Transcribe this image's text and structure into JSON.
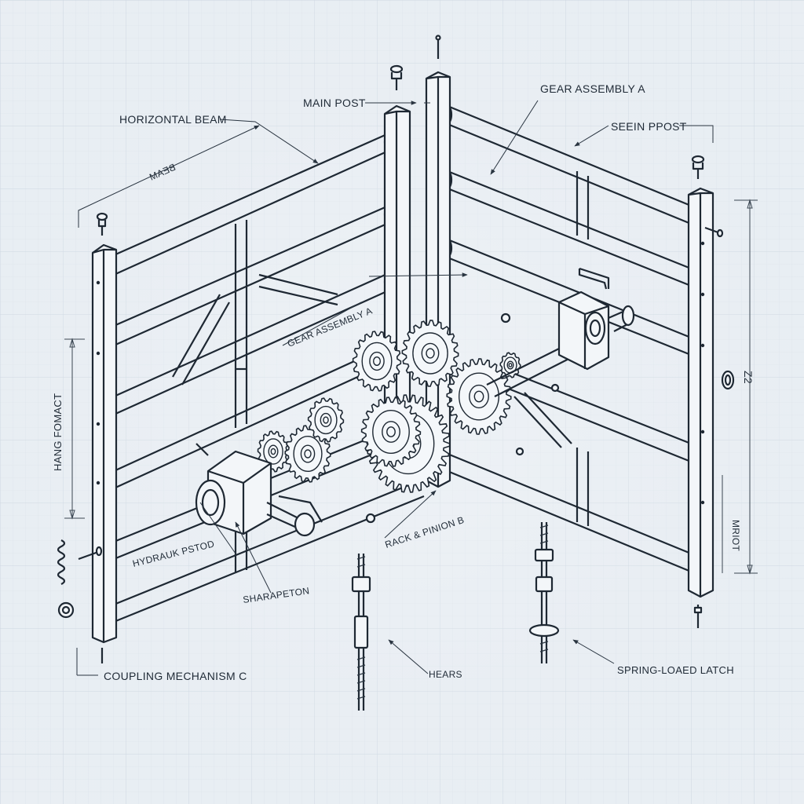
{
  "colors": {
    "background": "#e9eef3",
    "grid_minor": "#d7e0e8",
    "grid_major": "#c9d4de",
    "ink": "#1e2833"
  },
  "labels": {
    "horizontal_beam": "HORIZONTAL BEAM",
    "main_post": "MAIN POST",
    "gear_assembly_top": "GEAR ASSEMBLY A",
    "seein_ppost": "SEEIN PPOST",
    "beam_dim": "BEAM",
    "gear_assembly_mid": "GEAR ASSEMBLY A",
    "hang_fomact": "HANG FOMACT",
    "dim_right": "Z2",
    "mriot": "MRIOT",
    "hydrauk_pstod": "HYDRAUK PSTOD",
    "rack_pinion": "RACK & PINION B",
    "sharapeton": "SHARAPETON",
    "coupling_mechanism": "COUPLING MECHANISM C",
    "hears": "HEARS",
    "spring_latch": "SPRING-LOAED LATCH"
  }
}
